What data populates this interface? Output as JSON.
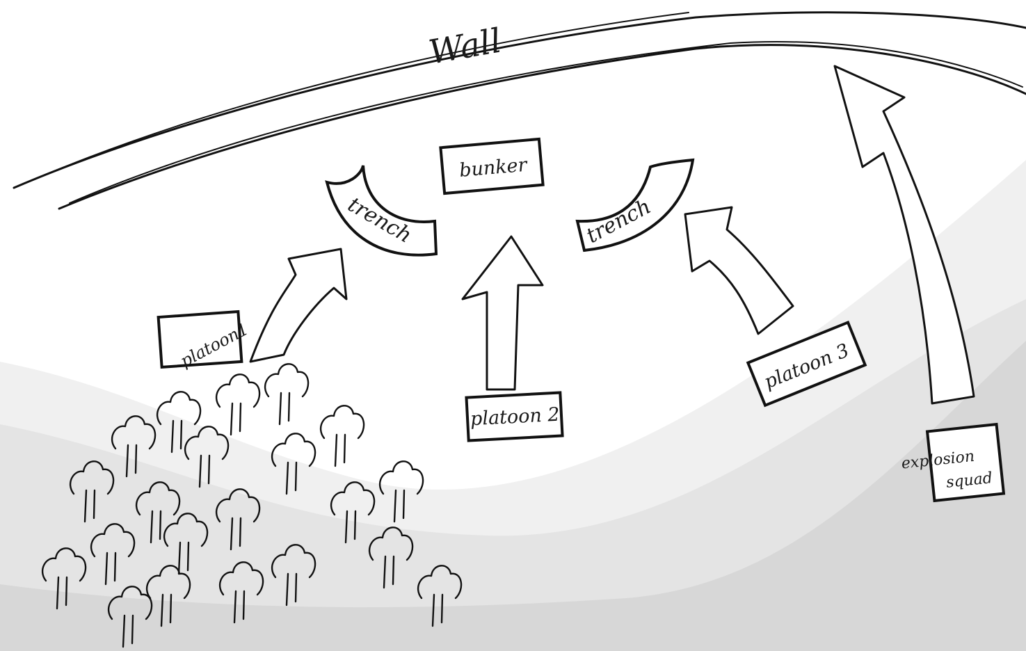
{
  "labels": {
    "wall": "Wall",
    "bunker": "bunker",
    "trench_left": "trench",
    "trench_right": "trench",
    "platoon1": "platoon1",
    "platoon2": "platoon 2",
    "platoon3": "platoon 3",
    "explosion_squad_a": "explosion",
    "explosion_squad_b": "squad"
  },
  "colors": {
    "background": "#ffffff",
    "band_light": "#f0f0f0",
    "band_mid": "#e3e3e3",
    "band_dark": "#d6d6d6",
    "ink": "#111111"
  }
}
